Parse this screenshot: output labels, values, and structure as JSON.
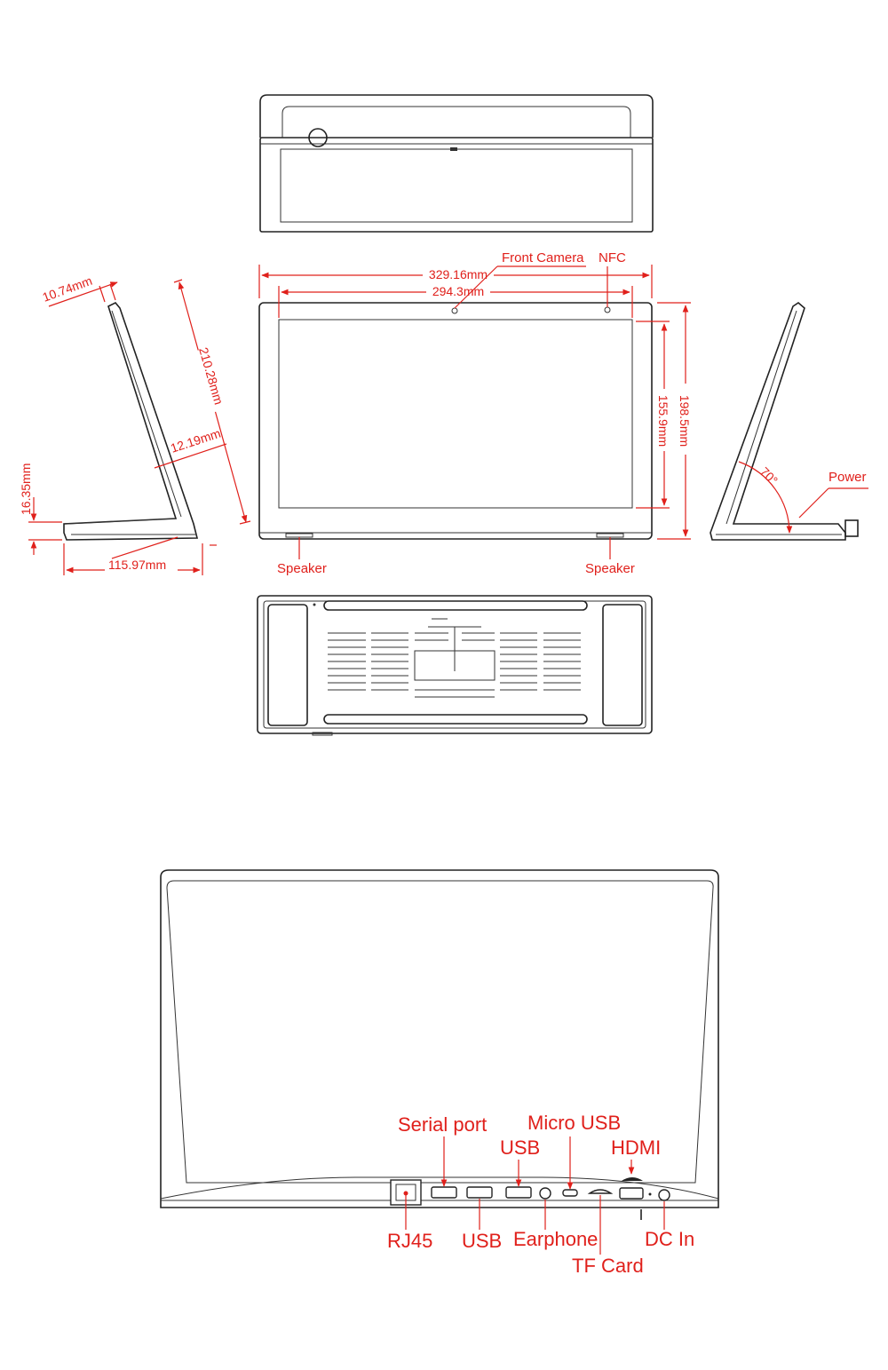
{
  "colors": {
    "accent": "#e0201b",
    "outline": "#222222"
  },
  "dimensions": {
    "width_overall": "329.16mm",
    "width_screen": "294.3mm",
    "height_overall": "198.5mm",
    "height_screen": "155.9mm",
    "depth_top": "10.74mm",
    "panel_length": "210.28mm",
    "panel_thickness": "12.19mm",
    "base_height": "16.35mm",
    "base_depth": "115.97mm",
    "angle": "70°"
  },
  "labels": {
    "front_camera": "Front Camera",
    "nfc": "NFC",
    "speaker_left": "Speaker",
    "speaker_right": "Speaker",
    "power": "Power"
  },
  "ports": {
    "serial_port": "Serial port",
    "micro_usb": "Micro USB",
    "usb_top": "USB",
    "hdmi": "HDMI",
    "rj45": "RJ45",
    "usb_bottom": "USB",
    "earphone": "Earphone",
    "tf_card": "TF Card",
    "dc_in": "DC In"
  }
}
